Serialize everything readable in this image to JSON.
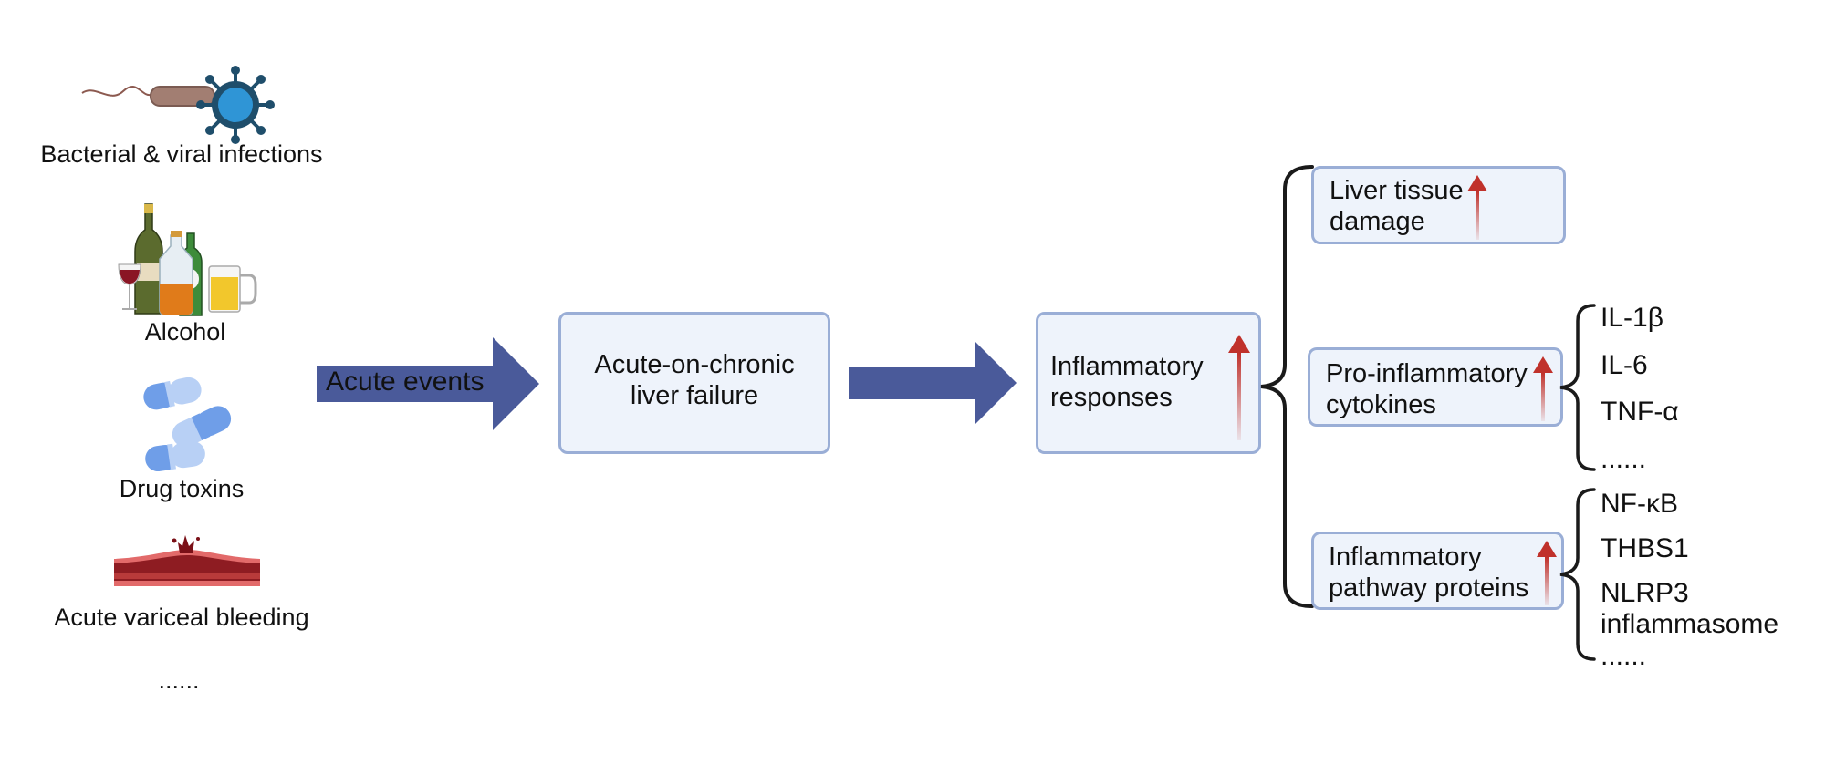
{
  "triggers": [
    {
      "label": "Bacterial & viral infections",
      "icon": "bacteria-virus-icon"
    },
    {
      "label": "Alcohol",
      "icon": "alcohol-bottles-icon"
    },
    {
      "label": "Drug toxins",
      "icon": "pill-capsules-icon"
    },
    {
      "label": "Acute variceal bleeding",
      "icon": "bleeding-vessel-icon"
    },
    {
      "label": "......"
    }
  ],
  "acute_arrow_label": "Acute events",
  "aclf_box": "Acute-on-chronic\nliver failure",
  "inflammation_box": "Inflammatory\nresponses",
  "outcomes": [
    {
      "label": "Liver tissue\ndamage"
    },
    {
      "label": "Pro-inflammatory\ncytokines"
    },
    {
      "label": "Inflammatory\npathway proteins"
    }
  ],
  "cytokines": [
    "IL-1β",
    "IL-6",
    "TNF-α",
    "......"
  ],
  "pathway_proteins": [
    "NF-κB",
    "THBS1",
    "NLRP3\ninflammasome",
    "......"
  ],
  "colors": {
    "arrow": "#4a5a9a",
    "box_fill": "#eef3fb",
    "box_border": "#9aaed6",
    "up_arrow": "#c0312b",
    "brace": "#1a1a1a"
  }
}
